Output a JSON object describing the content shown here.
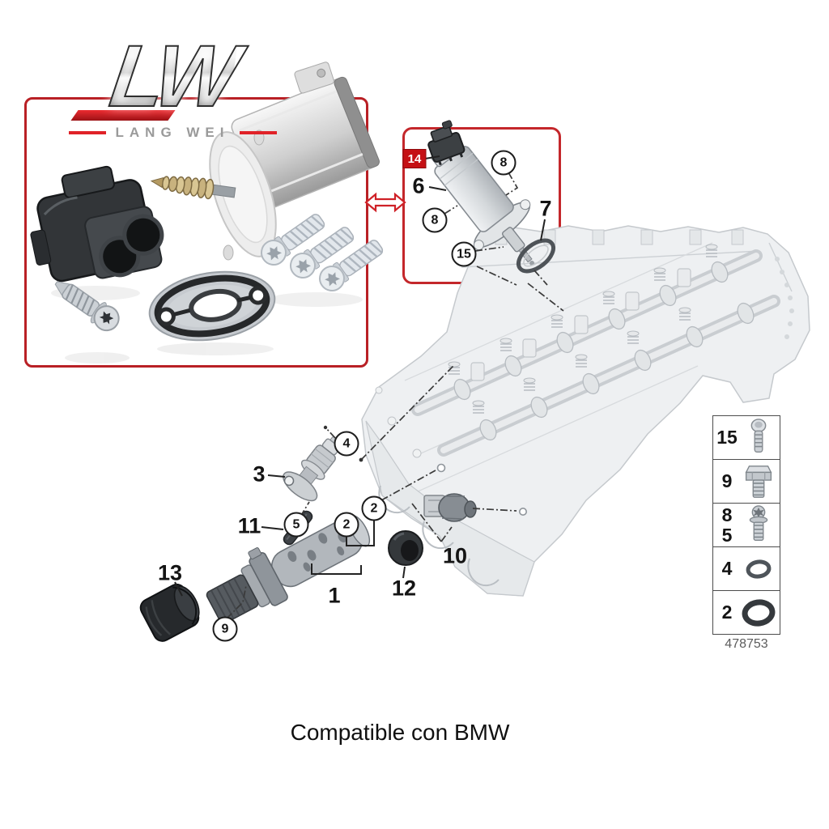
{
  "logo": {
    "main": "LW",
    "sub": "LANG WEI"
  },
  "detail_box": {
    "badge_14": "14",
    "label_6": "6",
    "label_7": "7",
    "circle_8_top": "8",
    "circle_8_left": "8",
    "circle_15": "15"
  },
  "diagram": {
    "label_3": "3",
    "circle_4": "4",
    "circle_5": "5",
    "label_11": "11",
    "circle_2_left": "2",
    "circle_2_right": "2",
    "label_13": "13",
    "circle_9": "9",
    "label_1": "1",
    "label_12": "12",
    "label_10": "10"
  },
  "legend": {
    "rows": [
      {
        "nums": [
          "15"
        ],
        "icon": "pan-head-screw-icon"
      },
      {
        "nums": [
          "9"
        ],
        "icon": "hex-bolt-icon"
      },
      {
        "nums": [
          "8",
          "5"
        ],
        "icon": "torx-bolt-icon"
      },
      {
        "nums": [
          "4"
        ],
        "icon": "o-ring-small-icon"
      },
      {
        "nums": [
          "2"
        ],
        "icon": "o-ring-large-icon"
      }
    ],
    "part_number": "478753"
  },
  "caption": "Compatible con BMW",
  "colors": {
    "accent_red": "#c4272b",
    "badge_red": "#c51014",
    "logo_red": "#e02228"
  }
}
